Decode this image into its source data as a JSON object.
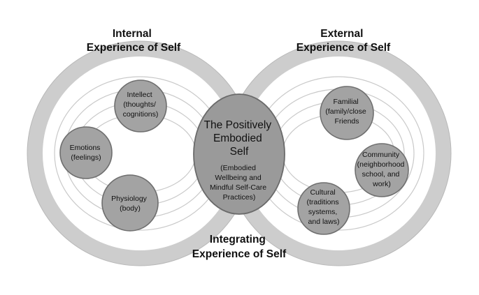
{
  "headings": {
    "internal": [
      "Internal",
      "Experience of Self"
    ],
    "external": [
      "External",
      "Experience of Self"
    ],
    "integrating": [
      "Integrating",
      "Experience of Self"
    ]
  },
  "center": {
    "title": [
      "The Positively",
      "Embodied",
      "Self"
    ],
    "subtitle": [
      "(Embodied",
      "Wellbeing and",
      "Mindful Self-Care",
      "Practices)"
    ]
  },
  "nodes": {
    "intellect": [
      "Intellect",
      "(thoughts/",
      "cognitions)"
    ],
    "emotions": [
      "Emotions",
      "(feelings)"
    ],
    "physiology": [
      "Physiology",
      "(body)"
    ],
    "familial": [
      "Familial",
      "(family/close",
      "Friends"
    ],
    "community": [
      "Community",
      "(neighborhood",
      "school, and",
      "work)"
    ],
    "cultural": [
      "Cultural",
      "(traditions",
      "systems,",
      "and laws)"
    ]
  },
  "colors": {
    "node_fill": "#a3a3a3",
    "center_fill": "#9a9a9a",
    "band": "#cdcdcd",
    "orbit": "#c9c9c9"
  }
}
